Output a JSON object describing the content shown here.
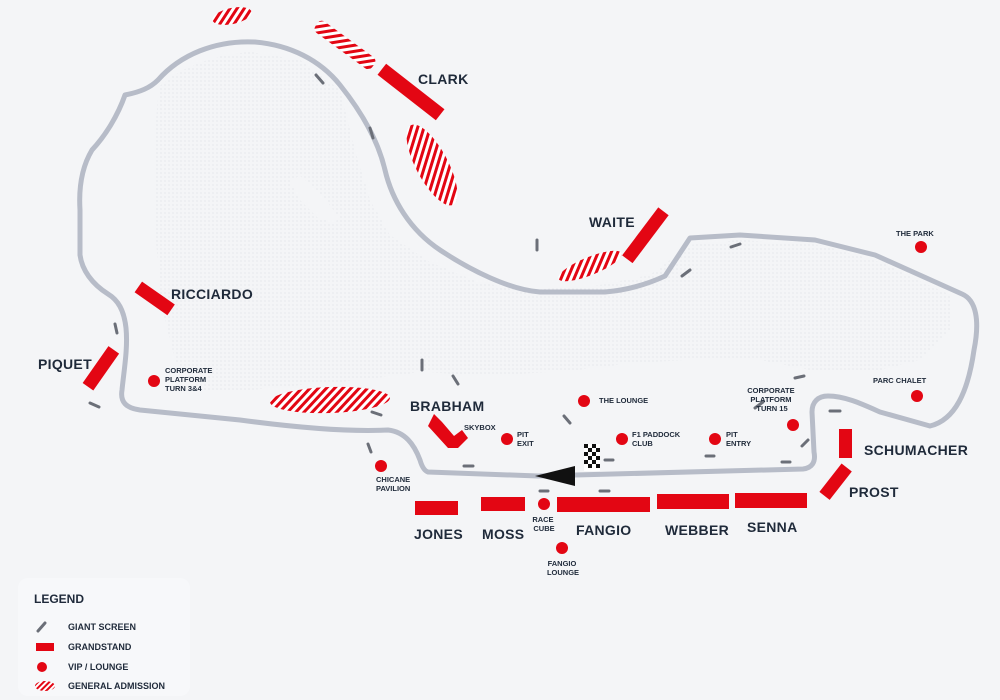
{
  "colors": {
    "grandstand": "#e30613",
    "track": "#b7bcc8",
    "text": "#1f2a3a",
    "screen": "#6b6f78",
    "background": "#f4f5f7"
  },
  "grandstands": {
    "clark": "CLARK",
    "waite": "WAITE",
    "ricciardo": "RICCIARDO",
    "piquet": "PIQUET",
    "brabham": "BRABHAM",
    "schumacher": "SCHUMACHER",
    "prost": "PROST",
    "jones": "JONES",
    "moss": "MOSS",
    "fangio": "FANGIO",
    "webber": "WEBBER",
    "senna": "SENNA"
  },
  "vip": {
    "corporate_turn34": [
      "CORPORATE",
      "PLATFORM",
      "TURN 3&4"
    ],
    "the_park": "THE PARK",
    "parc_chalet": "PARC CHALET",
    "the_lounge": "THE LOUNGE",
    "skybox": "SKYBOX",
    "pit_exit": [
      "PIT",
      "EXIT"
    ],
    "f1_paddock_club": [
      "F1 PADDOCK",
      "CLUB"
    ],
    "pit_entry": [
      "PIT",
      "ENTRY"
    ],
    "corporate_turn15": [
      "CORPORATE",
      "PLATFORM",
      "TURN 15"
    ],
    "chicane_pavilion": [
      "CHICANE",
      "PAVILION"
    ],
    "race_cube": [
      "RACE",
      "CUBE"
    ],
    "fangio_lounge": [
      "FANGIO",
      "LOUNGE"
    ]
  },
  "legend": {
    "title": "LEGEND",
    "items": [
      {
        "label": "GIANT SCREEN",
        "icon": "giant-screen-icon"
      },
      {
        "label": "GRANDSTAND",
        "icon": "grandstand-icon"
      },
      {
        "label": "VIP / LOUNGE",
        "icon": "vip-lounge-icon"
      },
      {
        "label": "GENERAL ADMISSION",
        "icon": "general-admission-icon"
      }
    ]
  }
}
